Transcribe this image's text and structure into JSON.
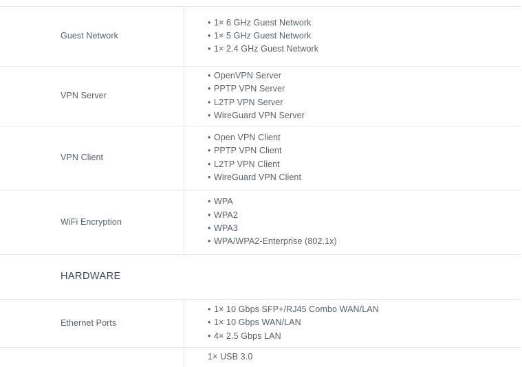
{
  "page": {
    "type": "product-specification-table",
    "accent_color": "#e6e7ec",
    "text_color": "#5b6168",
    "heading_color": "#3d434b",
    "background_color": "#ffffff"
  },
  "rows": [
    {
      "label": "Guest Network",
      "kind": "bullets",
      "values": [
        "1× 6 GHz Guest Network",
        "1× 5 GHz Guest Network",
        "1× 2.4 GHz Guest Network"
      ]
    },
    {
      "label": "VPN Server",
      "kind": "bullets",
      "values": [
        "OpenVPN Server",
        "PPTP VPN Server",
        "L2TP VPN Server",
        "WireGuard VPN Server"
      ]
    },
    {
      "label": "VPN Client",
      "kind": "bullets",
      "values": [
        "Open VPN Client",
        "PPTP VPN Client",
        "L2TP VPN Client",
        "WireGuard VPN Client"
      ]
    },
    {
      "label": "WiFi Encryption",
      "kind": "bullets",
      "values": [
        "WPA",
        "WPA2",
        "WPA3",
        "WPA/WPA2-Enterprise (802.1x)"
      ]
    }
  ],
  "section": {
    "heading": "HARDWARE"
  },
  "hardware_rows": [
    {
      "label": "Ethernet Ports",
      "kind": "bullets",
      "values": [
        "1× 10 Gbps SFP+/RJ45 Combo WAN/LAN",
        "1× 10 Gbps WAN/LAN",
        "4× 2.5 Gbps LAN"
      ]
    },
    {
      "label": "",
      "kind": "plain",
      "values": [
        "1× USB 3.0"
      ]
    }
  ]
}
